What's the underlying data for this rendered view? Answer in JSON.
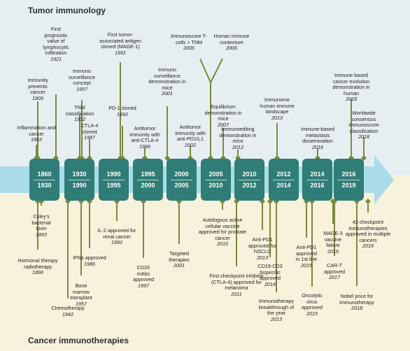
{
  "titles": {
    "top": "Tumor immunology",
    "bottom": "Cancer immunotherapies"
  },
  "colors": {
    "top_band": "#e7eef2",
    "bottom_band": "#f8f1dc",
    "arrow": "#a9dbe9",
    "box": "#2f7d76",
    "stem": "#7a8a3c",
    "diamond": "#7a8a3c"
  },
  "periods": [
    {
      "a": "1860",
      "b": "1930"
    },
    {
      "a": "1930",
      "b": "1990"
    },
    {
      "a": "1990",
      "b": "1995"
    },
    {
      "a": "1995",
      "b": "2000"
    },
    {
      "a": "2000",
      "b": "2005"
    },
    {
      "a": "2005",
      "b": "2010"
    },
    {
      "a": "2010",
      "b": "2012"
    },
    {
      "a": "2012",
      "b": "2014"
    },
    {
      "a": "2014",
      "b": "2016"
    },
    {
      "a": "2016",
      "b": "2019"
    }
  ],
  "top_events": [
    {
      "text": "Inflammation and cancer",
      "year": "1863"
    },
    {
      "text": "Immunity prevents cancer",
      "year": "1909"
    },
    {
      "text": "First prognostic value of lymphocytic infiltration",
      "year": "1921"
    },
    {
      "text": "Immuno surveillance concept",
      "year": "1957"
    },
    {
      "text": "TNM classification",
      "year": "1932"
    },
    {
      "text": "CTLA-4 cloned",
      "year": "1987"
    },
    {
      "text": "First tumor-associated antigen cloned (MAGE-1)",
      "year": "1991"
    },
    {
      "text": "PD-1 cloned",
      "year": "1992"
    },
    {
      "text": "Antitumor immunity with anti-CTLA-4",
      "year": "1996"
    },
    {
      "text": "Immuno surveillance demonstration in mice",
      "year": "2001"
    },
    {
      "text": "Antitumor immunity with anti-PD1/L1",
      "year": "2002"
    },
    {
      "text": "Immunoscore T-cells > TNM",
      "year": "2006"
    },
    {
      "text": "Human immune contexture",
      "year": "2006"
    },
    {
      "text": "Equilibrium demonstration in mice",
      "year": "2007"
    },
    {
      "text": "Immunoediting demonstration in mice",
      "year": "2012"
    },
    {
      "text": "Immunome human immune landscape",
      "year": "2013"
    },
    {
      "text": "Immune-based metastasis dissemination",
      "year": "2016"
    },
    {
      "text": "Immune-based cancer evolution demonstration in human",
      "year": "2018"
    },
    {
      "text": "Worldwide consensus Immunoscore classification",
      "year": "2018"
    }
  ],
  "bottom_events": [
    {
      "text": "Coley's bacterial toxin",
      "year": "1893"
    },
    {
      "text": "Hormonal therapy radiotherapy",
      "year": "1896"
    },
    {
      "text": "Chemotherapy",
      "year": "1942"
    },
    {
      "text": "Bone marrow transplant",
      "year": "1957"
    },
    {
      "text": "IFNa approved",
      "year": "1986"
    },
    {
      "text": "IL-2 approved for renal cancer",
      "year": "1992"
    },
    {
      "text": "CD20 mAbs approved",
      "year": "1997"
    },
    {
      "text": "Targeted therapies",
      "year": "2001"
    },
    {
      "text": "Autologous active cellular vaccine approved for prostate cancer",
      "year": "2010"
    },
    {
      "text": "First checkpoint inhibitor (CTLA-4) approved for melanoma",
      "year": "2011"
    },
    {
      "text": "Anti-PD1 approved for NSCLC",
      "year": "2013"
    },
    {
      "text": "CD19-CD3 bispecific approved",
      "year": "2014"
    },
    {
      "text": "Immunotherapy breakthrough of the year",
      "year": "2013"
    },
    {
      "text": "Anti-PD1 approved in 1st line",
      "year": "2015"
    },
    {
      "text": "Oncolytic virus approved",
      "year": "2015"
    },
    {
      "text": "MAGE-3 vaccine failure",
      "year": "2016"
    },
    {
      "text": "CAR-T approved",
      "year": "2017"
    },
    {
      "text": "Nobel price for immunotherapy",
      "year": "2018"
    },
    {
      "text": "43 checkpoint immunotherapies approved in multiple cancers",
      "year": "2019"
    }
  ]
}
